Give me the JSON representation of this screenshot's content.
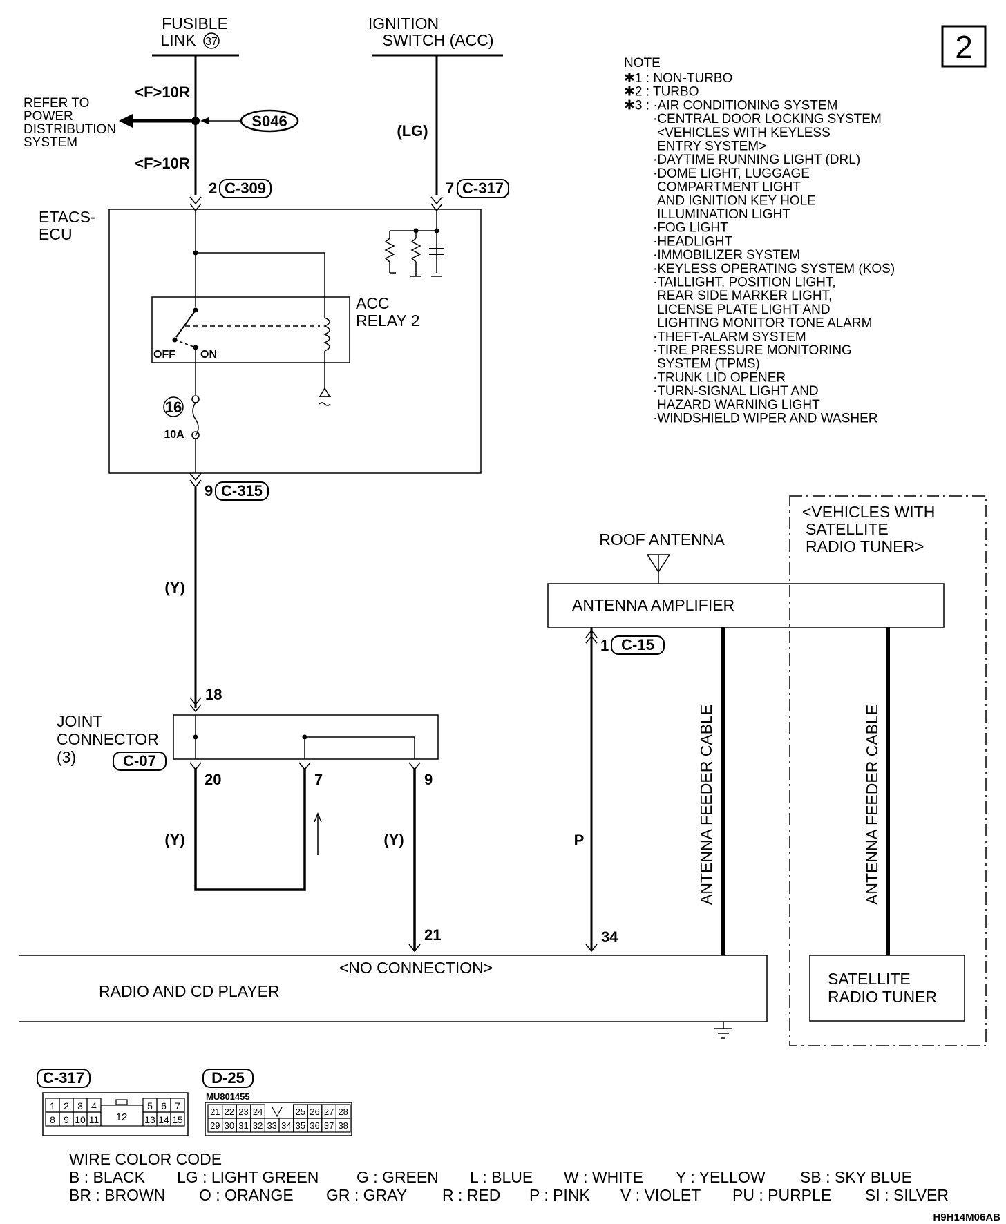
{
  "page_number": "2",
  "sources": {
    "fusible_link": [
      "FUSIBLE",
      "LINK"
    ],
    "fusible_link_num": "37",
    "ignition": [
      "IGNITION",
      "SWITCH (ACC)"
    ]
  },
  "refer": [
    "REFER TO",
    "POWER",
    "DISTRIBUTION",
    "SYSTEM"
  ],
  "splice": "S046",
  "wire_labels": {
    "f10r_top": "<F>10R",
    "f10r_bottom": "<F>10R",
    "lg": "(LG)",
    "y1": "(Y)",
    "y2": "(Y)",
    "y3": "(Y)",
    "p": "P"
  },
  "connectors": {
    "c309": {
      "pin": "2",
      "name": "C-309"
    },
    "c317": {
      "pin": "7",
      "name": "C-317"
    },
    "c315": {
      "pin": "9",
      "name": "C-315"
    },
    "c15": {
      "pin": "1",
      "name": "C-15"
    },
    "c07": "C-07"
  },
  "etacs": [
    "ETACS-",
    "ECU"
  ],
  "relay": [
    "ACC",
    "RELAY 2"
  ],
  "relay_off": "OFF",
  "relay_on": "ON",
  "fuse": {
    "num": "16",
    "rating": "10A"
  },
  "joint": [
    "JOINT",
    "CONNECTOR",
    "(3)"
  ],
  "joint_pins": {
    "in": "18",
    "a": "20",
    "b": "7",
    "c": "9"
  },
  "radio_pins": {
    "a": "21",
    "b": "34"
  },
  "roof_antenna": "ROOF ANTENNA",
  "amplifier": "ANTENNA AMPLIFIER",
  "feeder_cable": "ANTENNA FEEDER CABLE",
  "sat_condition": [
    "<VEHICLES WITH",
    "SATELLITE",
    "RADIO TUNER>"
  ],
  "sat_tuner": [
    "SATELLITE",
    "RADIO TUNER"
  ],
  "no_connection": "<NO CONNECTION>",
  "radio": "RADIO AND CD PLAYER",
  "note": {
    "title": "NOTE",
    "lines": [
      "✱1 : NON-TURBO",
      "✱2 : TURBO",
      "✱3 : ·AIR CONDITIONING SYSTEM",
      "·CENTRAL DOOR LOCKING SYSTEM",
      "<VEHICLES WITH KEYLESS",
      "ENTRY SYSTEM>",
      "·DAYTIME RUNNING LIGHT (DRL)",
      "·DOME LIGHT, LUGGAGE",
      "COMPARTMENT LIGHT",
      "AND IGNITION KEY HOLE",
      "ILLUMINATION LIGHT",
      "·FOG LIGHT",
      "·HEADLIGHT",
      "·IMMOBILIZER SYSTEM",
      "·KEYLESS OPERATING SYSTEM (KOS)",
      "·TAILLIGHT, POSITION LIGHT,",
      "REAR SIDE MARKER LIGHT,",
      "LICENSE PLATE LIGHT AND",
      "LIGHTING MONITOR TONE ALARM",
      "·THEFT-ALARM SYSTEM",
      "·TIRE PRESSURE MONITORING",
      "SYSTEM (TPMS)",
      "·TRUNK LID OPENER",
      "·TURN-SIGNAL LIGHT AND",
      "HAZARD WARNING LIGHT",
      "·WINDSHIELD WIPER AND WASHER"
    ]
  },
  "connector_views": {
    "c317": {
      "name": "C-317",
      "top": [
        "1",
        "2",
        "3",
        "4",
        "5",
        "6",
        "7"
      ],
      "bottom": [
        "8",
        "9",
        "10",
        "11",
        "13",
        "14",
        "15"
      ],
      "center": "12"
    },
    "d25": {
      "name": "D-25",
      "part": "MU801455",
      "top": [
        "21",
        "22",
        "23",
        "24",
        "25",
        "26",
        "27",
        "28"
      ],
      "bottom": [
        "29",
        "30",
        "31",
        "32",
        "33",
        "34",
        "35",
        "36",
        "37",
        "38"
      ]
    }
  },
  "wire_color_code": {
    "title": "WIRE COLOR CODE",
    "row1": [
      "B : BLACK",
      "LG : LIGHT GREEN",
      "G : GREEN",
      "L : BLUE",
      "W : WHITE",
      "Y : YELLOW",
      "SB : SKY BLUE"
    ],
    "row2": [
      "BR : BROWN",
      "O : ORANGE",
      "GR : GRAY",
      "R : RED",
      "P : PINK",
      "V : VIOLET",
      "PU : PURPLE",
      "SI : SILVER"
    ]
  },
  "diagram_code": "H9H14M06AB"
}
